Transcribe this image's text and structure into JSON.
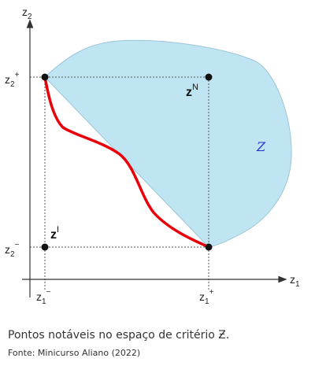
{
  "axes": {
    "y_label": "z",
    "y_label_sub": "2",
    "x_label": "z",
    "x_label_sub": "1",
    "y_tick_top": "z",
    "y_tick_top_sub": "2",
    "y_tick_top_sup": "+",
    "y_tick_bottom": "z",
    "y_tick_bottom_sub": "2",
    "y_tick_bottom_sup": "−",
    "x_tick_left": "z",
    "x_tick_left_sub": "1",
    "x_tick_left_sup": "−",
    "x_tick_right": "z",
    "x_tick_right_sub": "1",
    "x_tick_right_sup": "+"
  },
  "points": {
    "nadir_label": "z",
    "nadir_sup": "N",
    "ideal_label": "z",
    "ideal_sup": "I"
  },
  "region_label": "Z",
  "caption": "Pontos notáveis no espaço de critério Ƶ.",
  "source": "Fonte: Minicurso Aliano (2022)",
  "colors": {
    "region_fill": "#bfe4f2",
    "region_stroke": "#8ab8cc",
    "pareto_front": "#e8000b",
    "axis": "#333333",
    "guide": "#555555",
    "point": "#111111",
    "region_label": "#2233cc"
  }
}
